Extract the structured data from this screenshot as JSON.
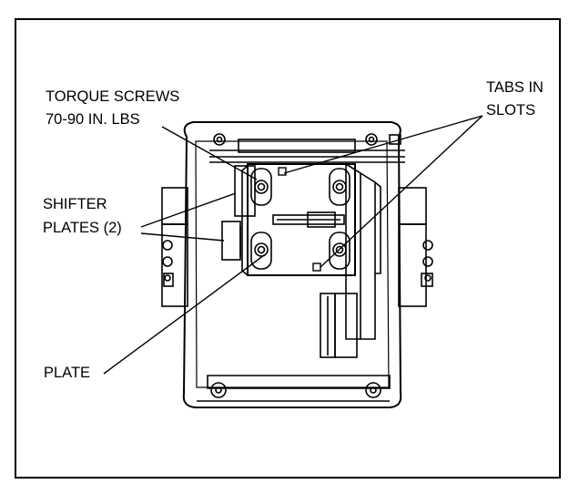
{
  "callouts": {
    "torque_screws_line1": "TORQUE SCREWS",
    "torque_screws_line2": "70-90 IN. LBS",
    "tabs_line1": "TABS IN",
    "tabs_line2": "SLOTS",
    "shifter_line1": "SHIFTER",
    "shifter_line2": "PLATES (2)",
    "plate": "PLATE"
  },
  "colors": {
    "ink": "#000000",
    "paper": "#ffffff"
  }
}
